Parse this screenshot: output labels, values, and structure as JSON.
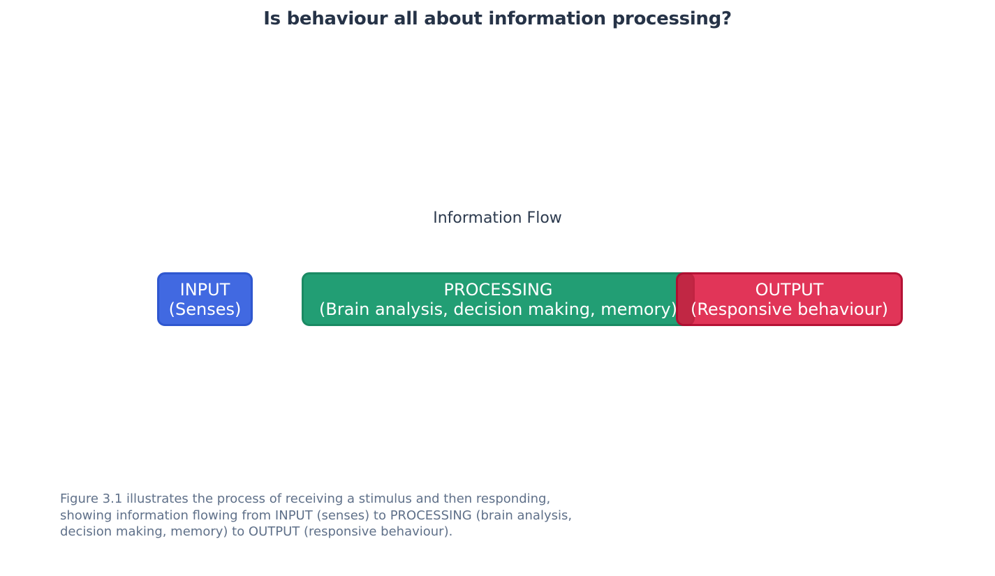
{
  "page": {
    "title": "Is behaviour all about information processing?"
  },
  "diagram": {
    "subtitle": "Information Flow",
    "boxes": [
      {
        "name": "input",
        "title": "INPUT",
        "subtitle": "(Senses)",
        "fill": "#4169e1",
        "border": "#2f57cf"
      },
      {
        "name": "processing",
        "title": "PROCESSING",
        "subtitle": "(Brain analysis, decision making, memory)",
        "fill": "#229e74",
        "border": "#1a8a63"
      },
      {
        "name": "output",
        "title": "OUTPUT",
        "subtitle": "(Responsive behaviour)",
        "fill": "rgba(220,20,60,0.86)",
        "border": "rgba(170,10,45,0.80)"
      }
    ]
  },
  "caption": {
    "lines": [
      "Figure 3.1 illustrates the process of receiving a stimulus and then responding,",
      "showing information flowing from INPUT (senses) to PROCESSING (brain analysis,",
      "decision making, memory) to OUTPUT (responsive behaviour)."
    ]
  },
  "colors": {
    "background": "#ffffff",
    "title_text": "#263347",
    "subtitle_text": "#2c3a4e",
    "caption_text": "#5f7089",
    "box_text": "#ffffff",
    "input_fill": "#4169e1",
    "input_border": "#2f57cf",
    "processing_fill": "#229e74",
    "processing_border": "#1a8a63",
    "output_fill": "rgba(220,20,60,0.86)",
    "output_border": "rgba(170,10,45,0.80)"
  }
}
